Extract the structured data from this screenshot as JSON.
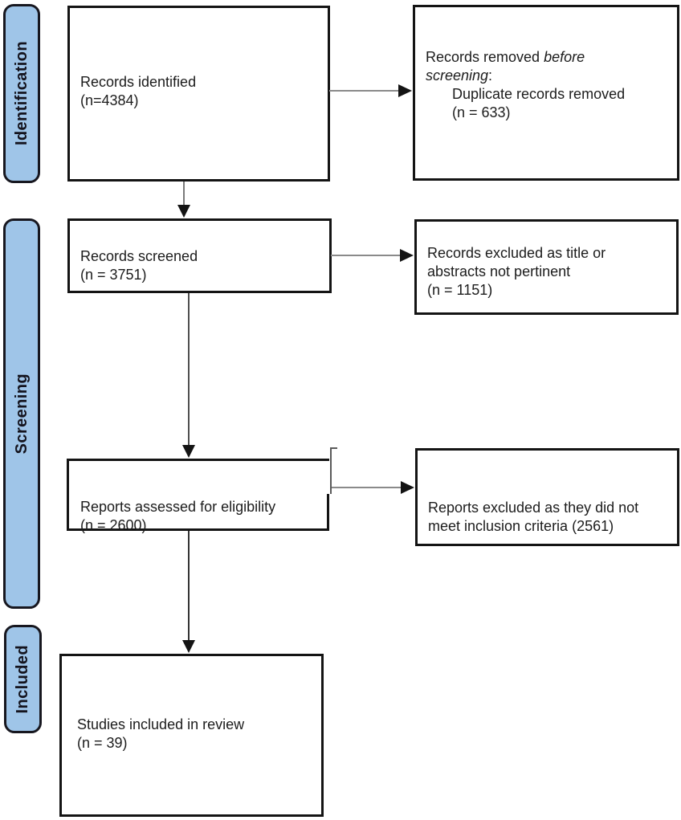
{
  "stages": {
    "identification": "Identification",
    "screening": "Screening",
    "included": "Included"
  },
  "boxes": {
    "records_identified": {
      "lines": [
        "Records identified",
        "(n=4384)"
      ]
    },
    "records_removed": {
      "l1_normal": "Records removed ",
      "l1_italic": "before",
      "l2_italic": "screening",
      "l2_colon": ":",
      "indent_lines": [
        "Duplicate records removed",
        "(n = 633)"
      ]
    },
    "records_screened": {
      "lines": [
        "Records screened",
        "(n = 3751)"
      ]
    },
    "records_excluded": {
      "lines": [
        "Records excluded as title or",
        "abstracts not pertinent",
        "(n = 1151)"
      ]
    },
    "reports_assessed": {
      "lines": [
        "Reports assessed for eligibility",
        "(n = 2600)"
      ]
    },
    "reports_excluded": {
      "lines": [
        "Reports excluded as they did not",
        "meet inclusion criteria (2561)"
      ]
    },
    "studies_included": {
      "lines": [
        "Studies included in review",
        "(n = 39)"
      ]
    }
  },
  "colors": {
    "stage_fill": "#9fc5e8",
    "stage_border": "#17171f",
    "box_border": "#141414",
    "arrow_line_gray": "#8a8a8a",
    "arrow_line_dark": "#4f4f4f",
    "arrow_head": "#141414",
    "text": "#1c1c1c",
    "background": "#ffffff"
  }
}
